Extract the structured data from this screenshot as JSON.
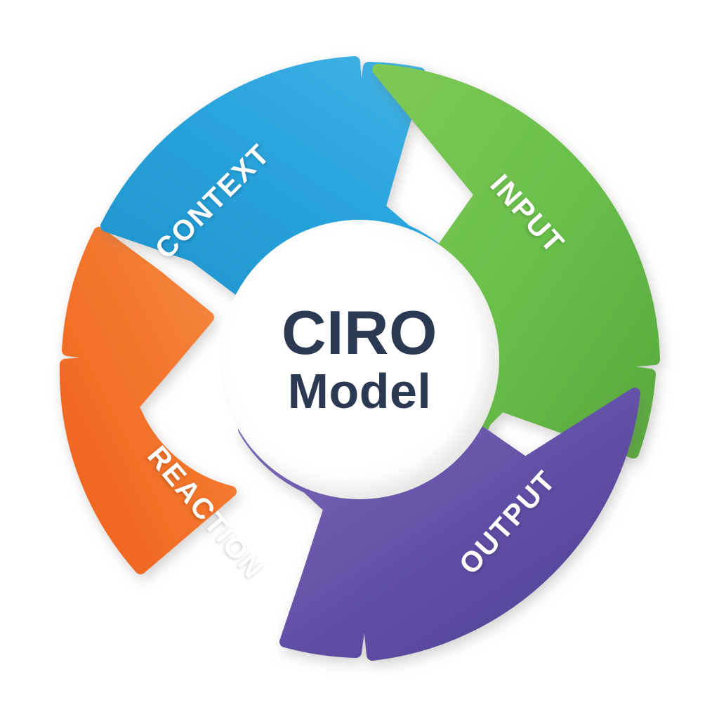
{
  "diagram": {
    "type": "cycle",
    "title": "CIRO Model",
    "center": {
      "title": "CIRO",
      "subtitle": "Model"
    },
    "background_color": "#ffffff",
    "center_text_color": "#2b3a52",
    "segment_label_color": "#ffffff",
    "flow_direction": "clockwise",
    "segments": [
      {
        "id": "context",
        "label": "CONTEXT",
        "color": "#29a3dc",
        "color_light": "#46b3e4",
        "color_dark": "#1f93cb",
        "position": "top-left",
        "order": 1
      },
      {
        "id": "input",
        "label": "INPUT",
        "color": "#6abf4b",
        "color_light": "#80cb5d",
        "color_dark": "#5aab3e",
        "position": "top-right",
        "order": 2
      },
      {
        "id": "output",
        "label": "OUTPUT",
        "color": "#584ba0",
        "color_light": "#7c6bb5",
        "color_dark": "#4c4090",
        "position": "bottom-right",
        "order": 3
      },
      {
        "id": "reaction",
        "label": "REACTION",
        "color": "#f06b25",
        "color_light": "#f58a44",
        "color_dark": "#e85d18",
        "position": "bottom-left",
        "order": 4
      }
    ]
  }
}
